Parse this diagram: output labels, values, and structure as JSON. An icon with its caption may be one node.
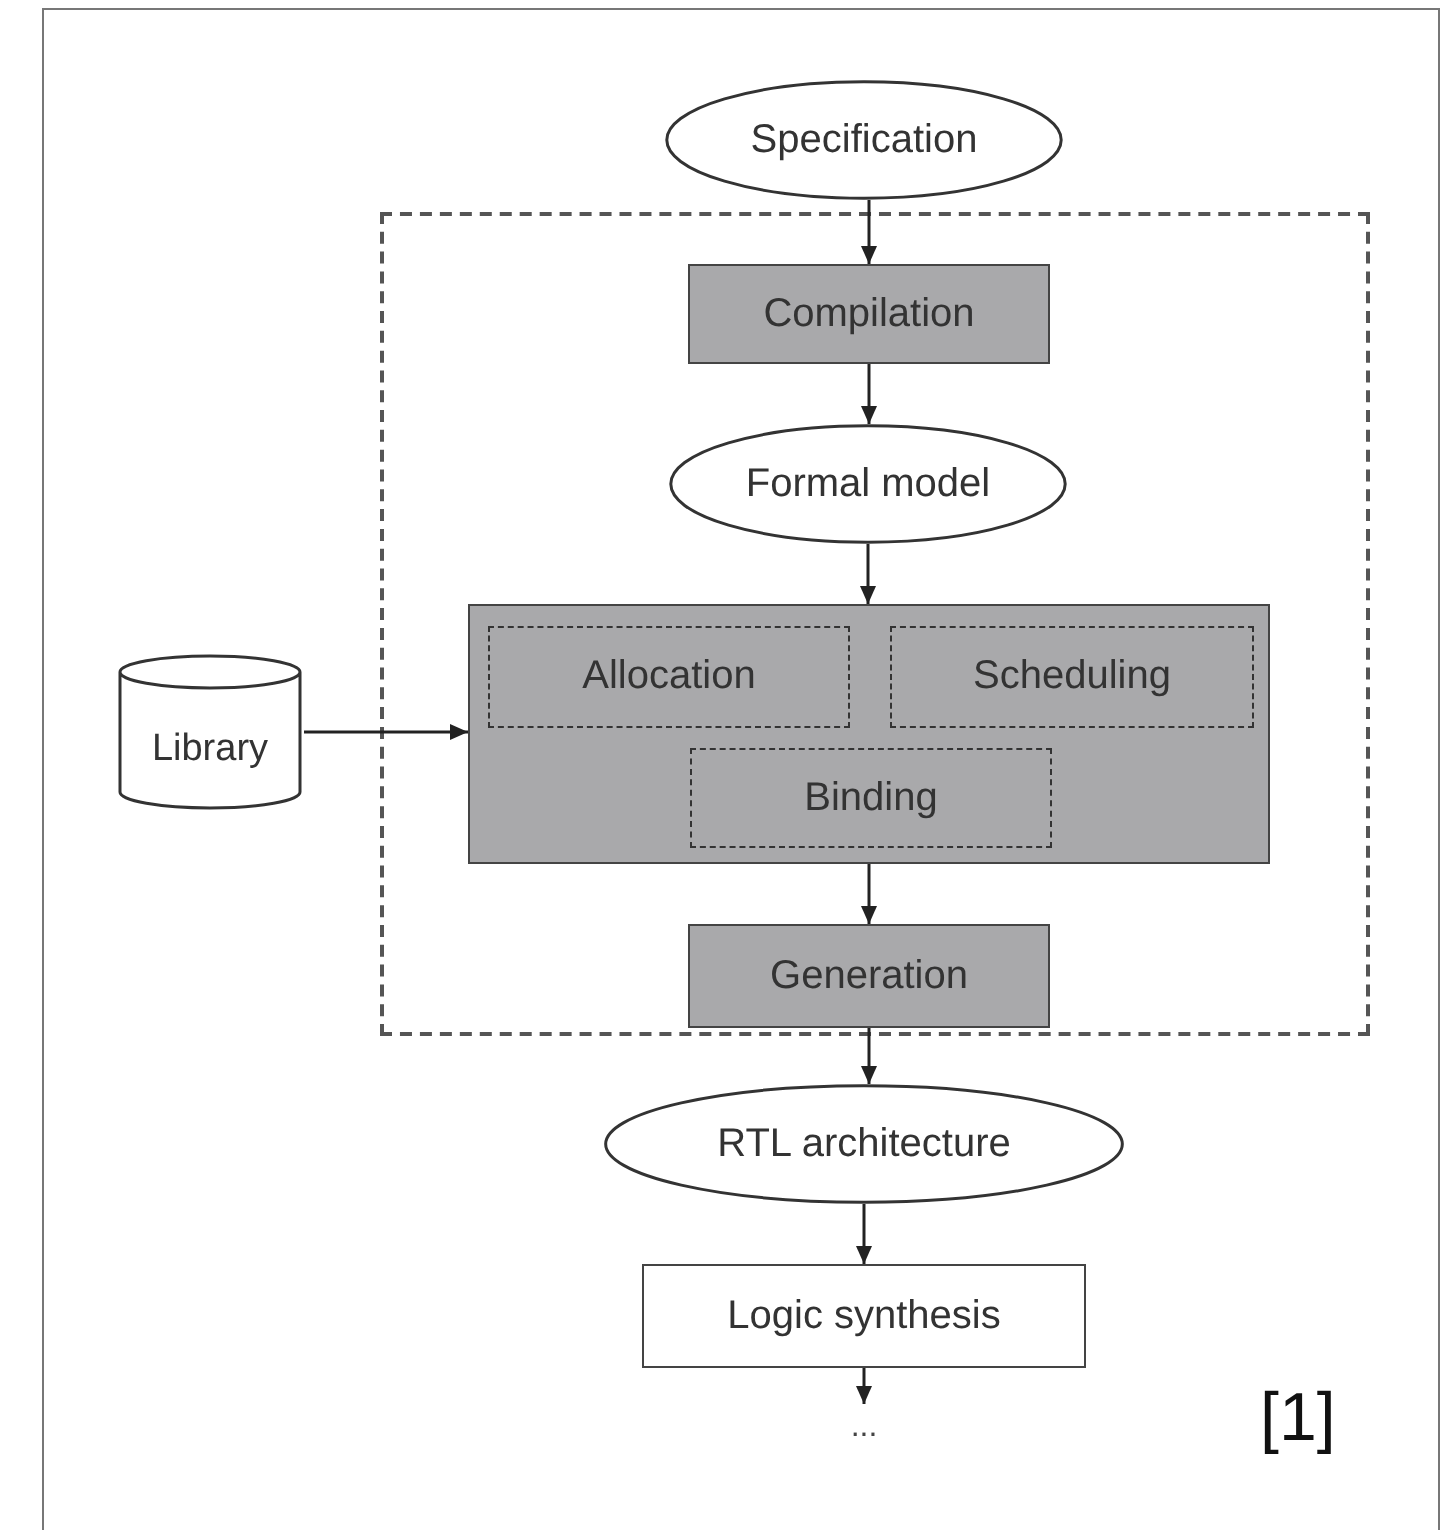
{
  "diagram": {
    "nodes": [
      {
        "text": [
          "Specification"
        ]
      },
      {
        "text": [],
        "shape": "box"
      },
      {
        "text": [
          "Compilation"
        ],
        "in": 1
      },
      {
        "text": [
          "Formal model"
        ],
        "in": 1
      },
      {
        "text": [],
        "shape": "box",
        "in": 1
      },
      {
        "text": [
          "Allocation"
        ],
        "in": 4
      },
      {
        "text": [
          "Scheduling"
        ],
        "in": 4
      },
      {
        "text": [
          "Binding"
        ],
        "in": 4
      },
      {
        "text": [
          "Generation"
        ],
        "in": 1
      },
      {
        "text": [
          "Library"
        ]
      },
      {
        "text": [
          "RTL architecture"
        ]
      },
      {
        "text": [
          "Logic synthesis"
        ]
      },
      {
        "text": [
          "..."
        ]
      }
    ],
    "edges": [
      {
        "from": 0,
        "to": 2,
        "arrow": "to"
      },
      {
        "from": 2,
        "to": 3,
        "arrow": "to"
      },
      {
        "from": 3,
        "to": 4,
        "arrow": "to"
      },
      {
        "from": 9,
        "to": 4,
        "arrow": "to"
      },
      {
        "from": 4,
        "to": 8,
        "arrow": "to"
      },
      {
        "from": 8,
        "to": 10,
        "arrow": "to"
      },
      {
        "from": 10,
        "to": 11,
        "arrow": "to"
      },
      {
        "from": 11,
        "to": 12,
        "arrow": "to"
      }
    ],
    "labels": [
      "[1]"
    ]
  }
}
